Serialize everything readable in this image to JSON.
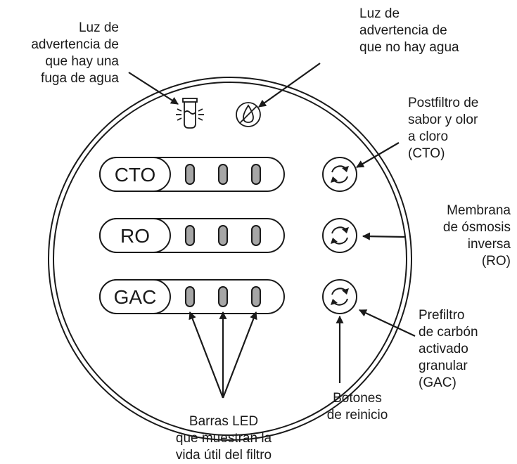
{
  "filters": [
    {
      "tag": "CTO",
      "leds": 3
    },
    {
      "tag": "RO",
      "leds": 3
    },
    {
      "tag": "GAC",
      "leds": 3
    }
  ],
  "labels": {
    "leak_light": [
      "Luz de",
      "advertencia de",
      "que hay una",
      "fuga de agua"
    ],
    "no_water_light": [
      "Luz de",
      "advertencia de",
      "que no hay agua"
    ],
    "cto": [
      "Postfiltro de",
      "sabor y olor",
      "a cloro",
      "(CTO)"
    ],
    "ro": [
      "Membrana",
      "de ósmosis",
      "inversa",
      "(RO)"
    ],
    "gac": [
      "Prefiltro",
      "de carbón",
      "activado",
      "granular",
      "(GAC)"
    ],
    "reset": [
      "Botones",
      "de reinicio"
    ],
    "led_bars": [
      "Barras LED",
      "que muestran la",
      "vida útil del filtro"
    ]
  },
  "icons": {
    "leak": "leak-warning-icon",
    "no_water": "no-water-icon",
    "reset": "reset-arrows-icon"
  },
  "colors": {
    "line": "#1a1a1a",
    "led_fill": "#a6a6a6",
    "background": "#ffffff"
  }
}
